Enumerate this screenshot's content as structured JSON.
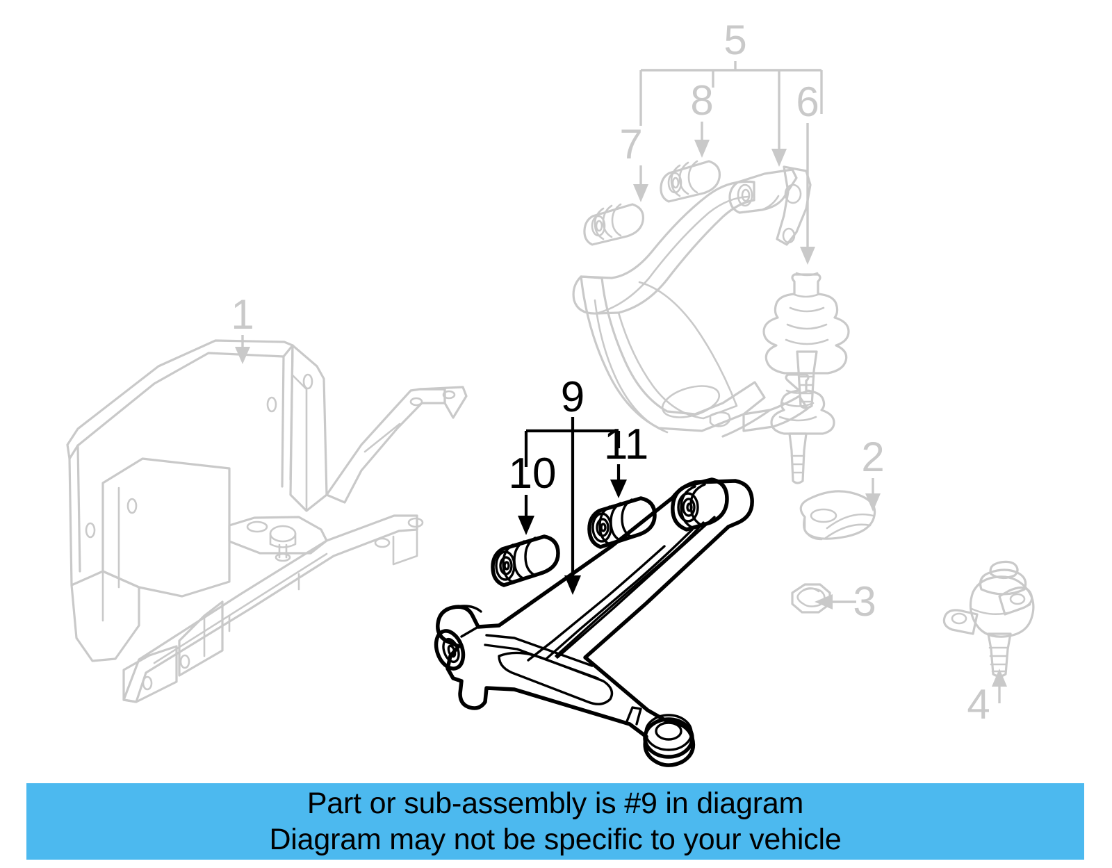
{
  "diagram": {
    "kind": "automotive-exploded-parts-diagram",
    "subject": "Front suspension lower control arm assembly",
    "highlight_color": "#4cb9ef",
    "ghost_color": "#c9c9c9",
    "outline_color": "#000000",
    "background_color": "#ffffff",
    "callouts": [
      {
        "id": "1",
        "label": "1",
        "style": "ghost",
        "part": "front-suspension-crossmember-subframe"
      },
      {
        "id": "2",
        "label": "2",
        "style": "ghost",
        "part": "alignment-cam-washer"
      },
      {
        "id": "3",
        "label": "3",
        "style": "ghost",
        "part": "lock-nut"
      },
      {
        "id": "4",
        "label": "4",
        "style": "ghost",
        "part": "lower-ball-joint"
      },
      {
        "id": "5",
        "label": "5",
        "style": "ghost",
        "part": "upper-control-arm-assembly"
      },
      {
        "id": "6",
        "label": "6",
        "style": "ghost",
        "part": "upper-ball-joint"
      },
      {
        "id": "7",
        "label": "7",
        "style": "ghost",
        "part": "upper-arm-front-bushing"
      },
      {
        "id": "8",
        "label": "8",
        "style": "ghost",
        "part": "upper-arm-rear-bushing"
      },
      {
        "id": "9",
        "label": "9",
        "style": "highlight",
        "part": "lower-control-arm-assembly"
      },
      {
        "id": "10",
        "label": "10",
        "style": "highlight",
        "part": "lower-arm-front-bushing"
      },
      {
        "id": "11",
        "label": "11",
        "style": "highlight",
        "part": "lower-arm-rear-bushing"
      }
    ],
    "brackets": [
      {
        "parent": "5",
        "children": [
          "7",
          "8",
          "6"
        ]
      },
      {
        "parent": "9",
        "children": [
          "10",
          "11"
        ]
      }
    ]
  },
  "banner": {
    "background_color": "#4cb9ef",
    "text_color": "#000000",
    "line1": "Part or sub-assembly is #9 in diagram",
    "line2": "Diagram may not be specific to your vehicle"
  }
}
